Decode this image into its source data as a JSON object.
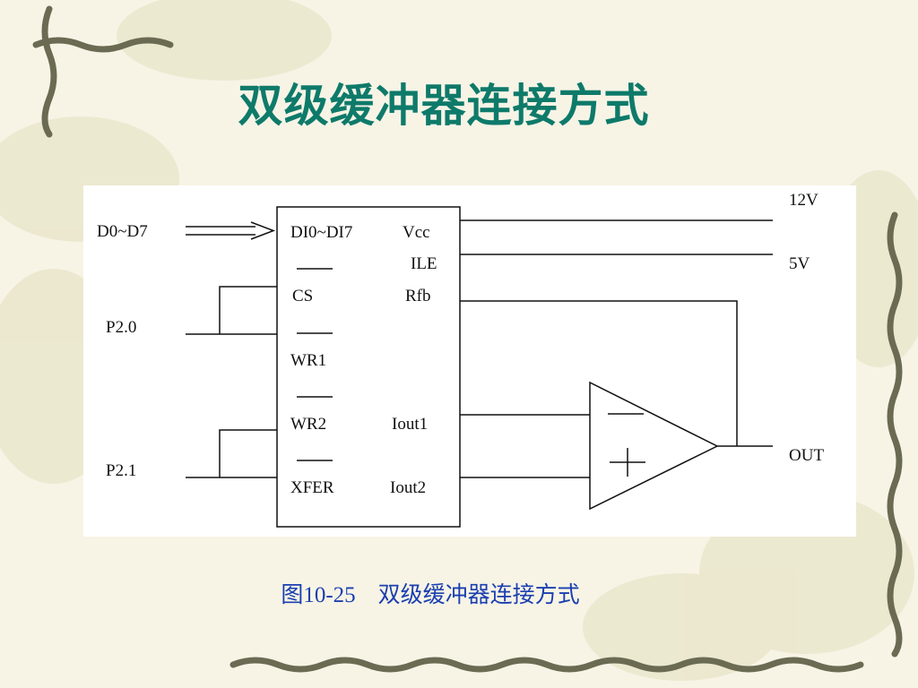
{
  "title": "双级缓冲器连接方式",
  "caption": "图10-25　双级缓冲器连接方式",
  "colors": {
    "title": "#0e7a6a",
    "caption": "#1b3fb0",
    "background": "#f7f4e6",
    "vine": "#6b6a52"
  },
  "diagram": {
    "left_inputs": {
      "data_bus": "D0~D7",
      "p20": "P2.0",
      "p21": "P2.1"
    },
    "chip_pins_left": {
      "di": "DI0~DI7",
      "cs": "CS",
      "wr1": "WR1",
      "wr2": "WR2",
      "xfer": "XFER"
    },
    "chip_pins_right": {
      "vcc": "Vcc",
      "ile": "ILE",
      "rfb": "Rfb",
      "iout1": "Iout1",
      "iout2": "Iout2"
    },
    "right_labels": {
      "v12": "12V",
      "v5": "5V",
      "out": "OUT"
    },
    "opamp": {
      "minus": "—",
      "plus": "+"
    }
  }
}
